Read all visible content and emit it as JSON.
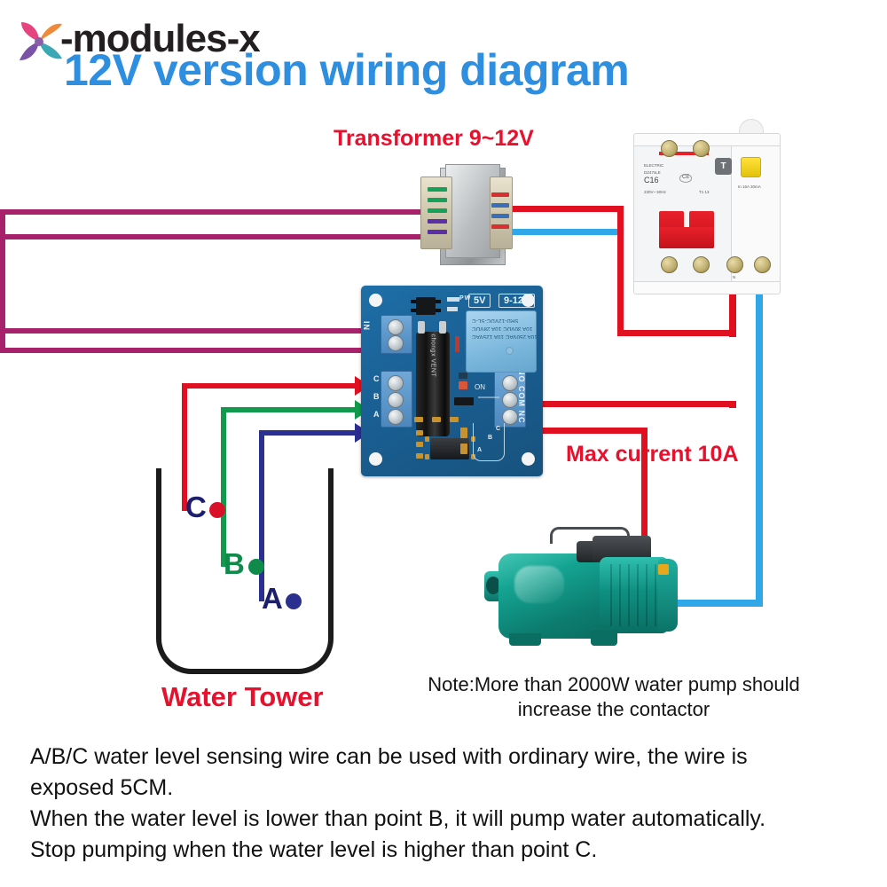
{
  "header": {
    "brand_text": "-modules-x",
    "brand_mark": "x-logo-icon",
    "title": "12V version wiring diagram"
  },
  "labels": {
    "transformer": "Transformer 9~12V",
    "max_current": "Max current 10A",
    "water_tower": "Water Tower",
    "pump_note_line1": "Note:More than 2000W water pump should",
    "pump_note_line2": "increase the contactor"
  },
  "tower": {
    "probes": [
      {
        "id": "C",
        "label": "C",
        "color": "#d91128",
        "text_color": "#1b1f6e"
      },
      {
        "id": "B",
        "label": "B",
        "color": "#0f8a4a",
        "text_color": "#0f8a4a"
      },
      {
        "id": "A",
        "label": "A",
        "color": "#2b2f8f",
        "text_color": "#1b1f6e"
      }
    ]
  },
  "module": {
    "voltage_logic": "5V",
    "voltage_supply": "9-12V",
    "input_terminal": "IN",
    "probe_terminals": "C  B  A",
    "probe_terminal_c": "C",
    "probe_terminal_b": "B",
    "probe_terminal_a": "A",
    "output_terminals": "NO  COM  NC",
    "led_on": "ON",
    "relay_part": "SRD-12VDC-SL-C",
    "relay_rating_1": "10A 250VAC   10A 125VAC",
    "relay_rating_2": "10A 30VDC   10A 28VDC",
    "cap_text": "chongx VENT"
  },
  "breaker": {
    "brand": "ELECTRIC",
    "model": "DZ47sLE",
    "curve": "C16",
    "cert": "CE",
    "test_button": "T",
    "terminal_labels": "N",
    "line_marks": "T1  13",
    "detail_left": "230V~ 50Hz",
    "detail_right": "In 16A  30mA"
  },
  "footer": {
    "lines": [
      "A/B/C water level sensing wire can be used with ordinary wire, the wire is",
      "exposed 5CM.",
      "When the water level is lower than point B, it will pump water automatically.",
      "Stop pumping when the water level is higher than point C."
    ]
  },
  "colors": {
    "title_blue": "#2e8fe0",
    "label_red": "#e8112d",
    "wire_red": "#e01020",
    "wire_blue": "#2fa7e8",
    "wire_green": "#119a4e",
    "wire_navy": "#2b2f8f",
    "wire_purple": "#a8216b",
    "pcb_blue": "#1a5f93"
  }
}
